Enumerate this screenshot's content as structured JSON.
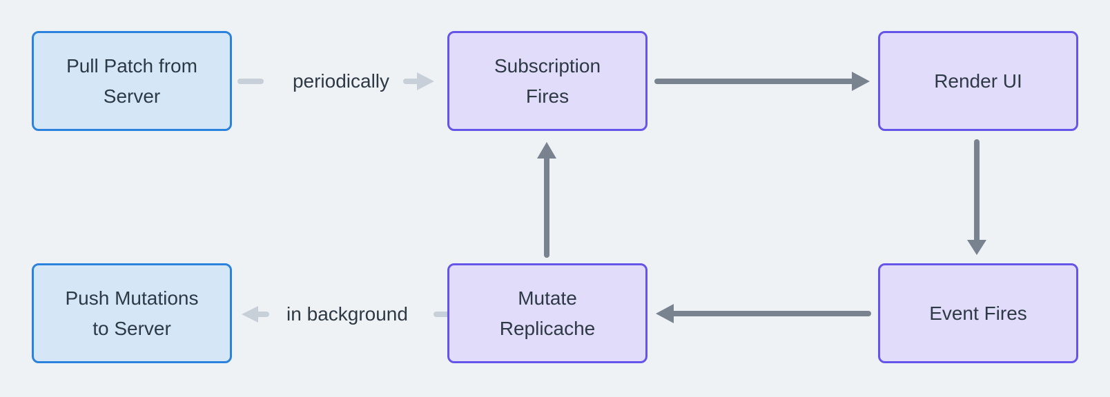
{
  "diagram": {
    "description": "Replicache data flow diagram",
    "colors": {
      "background": "#eff2f5",
      "server_node_fill": "#d5e7f7",
      "server_node_border": "#2a82dc",
      "client_node_fill": "#e1dcfa",
      "client_node_border": "#6554e8",
      "text": "#2d3945",
      "arrow_dark": "#78838f",
      "arrow_light": "#c7d0d9"
    },
    "nodes": [
      {
        "id": "pull-patch-from-server",
        "kind": "blue",
        "lines": [
          "Pull Patch from",
          "Server"
        ]
      },
      {
        "id": "subscription-fires",
        "kind": "purple",
        "lines": [
          "Subscription",
          "Fires"
        ]
      },
      {
        "id": "render-ui",
        "kind": "purple",
        "lines": [
          "Render UI"
        ]
      },
      {
        "id": "push-mutations-to-server",
        "kind": "blue",
        "lines": [
          "Push Mutations",
          "to Server"
        ]
      },
      {
        "id": "mutate-replicache",
        "kind": "purple",
        "lines": [
          "Mutate",
          "Replicache"
        ]
      },
      {
        "id": "event-fires",
        "kind": "purple",
        "lines": [
          "Event Fires"
        ]
      }
    ],
    "edges": [
      {
        "from": "Pull Patch from Server",
        "to": "Subscription Fires",
        "label": "periodically",
        "style": "light"
      },
      {
        "from": "Subscription Fires",
        "to": "Render UI",
        "label": "",
        "style": "dark"
      },
      {
        "from": "Render UI",
        "to": "Event Fires",
        "label": "",
        "style": "dark"
      },
      {
        "from": "Event Fires",
        "to": "Mutate Replicache",
        "label": "",
        "style": "dark"
      },
      {
        "from": "Mutate Replicache",
        "to": "Subscription Fires",
        "label": "",
        "style": "dark"
      },
      {
        "from": "Mutate Replicache",
        "to": "Push Mutations to Server",
        "label": "in background",
        "style": "light"
      }
    ]
  }
}
